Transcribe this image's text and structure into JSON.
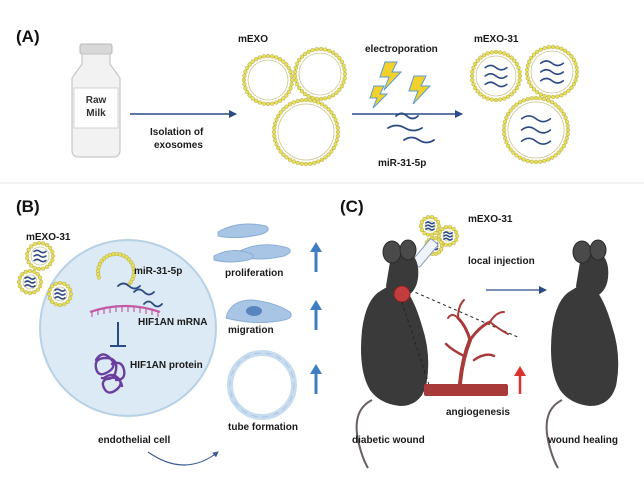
{
  "panels": {
    "a": {
      "label": "(A)",
      "bottle": [
        "Raw",
        "Milk"
      ],
      "isolation": [
        "Isolation of",
        "exosomes"
      ],
      "mexo": "mEXO",
      "electroporation": "electroporation",
      "mirna": "miR-31-5p",
      "mexo31": "mEXO-31"
    },
    "b": {
      "label": "(B)",
      "mexo31": "mEXO-31",
      "mirna": "miR-31-5p",
      "mrna": "HIF1AN mRNA",
      "protein": "HIF1AN protein",
      "cell": "endothelial cell",
      "effects": [
        "proliferation",
        "migration",
        "tube formation"
      ]
    },
    "c": {
      "label": "(C)",
      "mexo31": "mEXO-31",
      "injection": "local injection",
      "angio": "angiogenesis",
      "left": "diabetic wound",
      "right": "wound healing"
    }
  },
  "colors": {
    "arrow": "#2c4a86",
    "vesicle_bead": "#e8df5a",
    "mirna": "#2c4a86",
    "cell_fill": "#dbeaf4",
    "effect_cell": "#a9c5e6",
    "up_arrow": "#3e7ec2",
    "vessel": "#a83a3a",
    "angio_arrow": "#d9332b",
    "protein": "#6b3fa0",
    "mrna_strand": "#c45aa3",
    "mouse": "#3a3a3a",
    "wound": "#c23d3d"
  }
}
